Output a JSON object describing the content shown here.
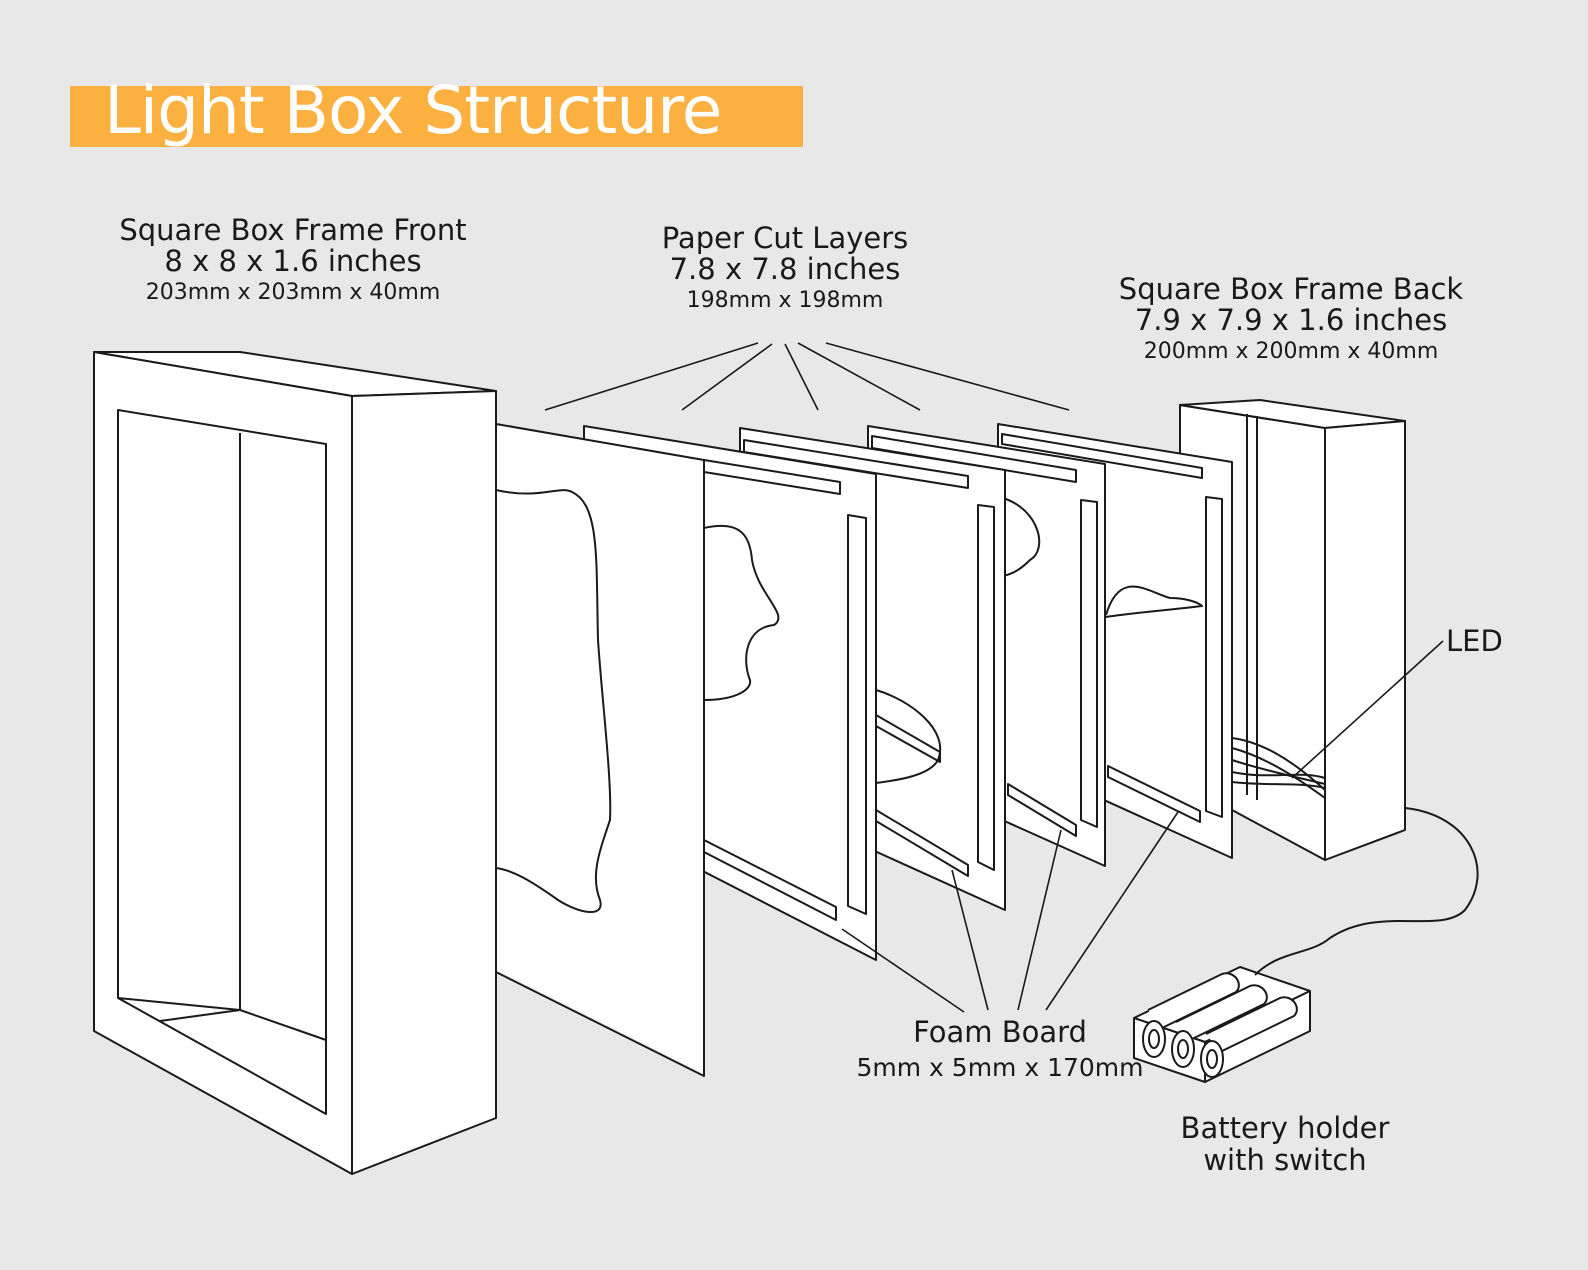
{
  "title": "Light Box Structure",
  "labels": {
    "front": {
      "line1": "Square Box Frame Front",
      "line2": "8 x 8 x 1.6 inches",
      "line3": "203mm x 203mm x 40mm"
    },
    "layers": {
      "line1": "Paper Cut Layers",
      "line2": "7.8 x 7.8 inches",
      "line3": "198mm x 198mm"
    },
    "back": {
      "line1": "Square Box Frame Back",
      "line2": "7.9 x 7.9 x 1.6 inches",
      "line3": "200mm x 200mm x 40mm"
    },
    "led": "LED",
    "foam": {
      "line1": "Foam Board",
      "line2": "5mm x 5mm x 170mm"
    },
    "battery": {
      "line1": "Battery holder",
      "line2": "with switch"
    }
  },
  "colors": {
    "background": "#e8e8e8",
    "title_band": "#fbb040",
    "title_text": "#ffffff",
    "stroke": "#1a1a1a",
    "fill": "#ffffff"
  }
}
